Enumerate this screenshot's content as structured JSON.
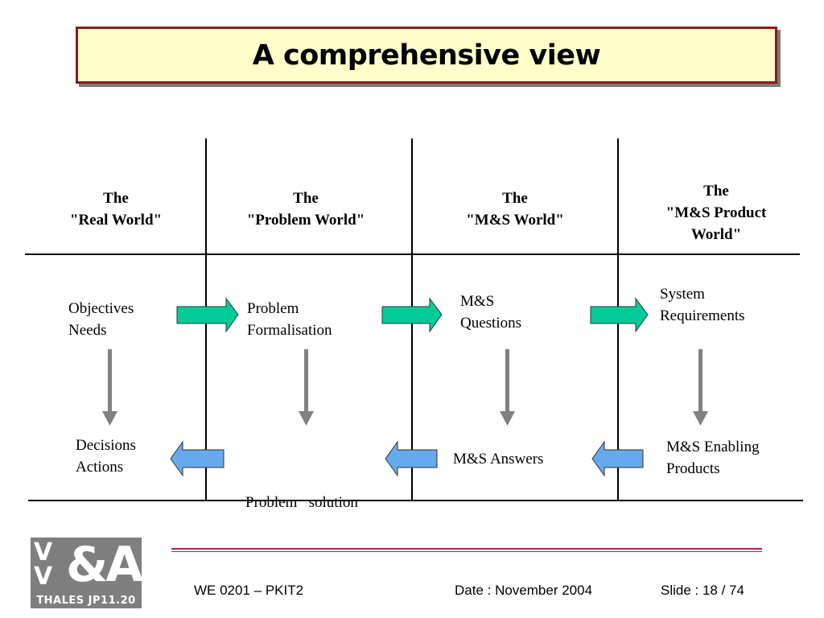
{
  "title": "A comprehensive view",
  "columns": [
    {
      "line1": "The",
      "line2": "\"Real World\"",
      "line3": ""
    },
    {
      "line1": "The",
      "line2": "\"Problem World\"",
      "line3": ""
    },
    {
      "line1": "The",
      "line2": "\"M&S World\"",
      "line3": ""
    },
    {
      "line1": "The",
      "line2": "\"M&S Product",
      "line3": "World\""
    }
  ],
  "top_row": [
    {
      "line1": "Objectives",
      "line2": "Needs"
    },
    {
      "line1": "Problem",
      "line2": "Formalisation"
    },
    {
      "line1": "M&S",
      "line2": "Questions"
    },
    {
      "line1": "System",
      "line2": "Requirements"
    }
  ],
  "bottom_row": [
    {
      "line1": "Decisions",
      "line2": "Actions"
    },
    {
      "line1": "Problem   solution",
      "line2": ""
    },
    {
      "line1": "M&S Answers",
      "line2": ""
    },
    {
      "line1": "M&S Enabling",
      "line2": "Products"
    }
  ],
  "colors": {
    "forward_arrow": "#00cc99",
    "backward_arrow": "#66aaee",
    "down_arrow": "#808080",
    "title_border": "#8b1a1a",
    "title_fill": "#ffffcc",
    "footer_rule": "#b01e5a"
  },
  "footer": {
    "course": "WE 0201 – PKIT2",
    "date": "Date : November 2004",
    "slide": "Slide : 18 / 74"
  },
  "logo": {
    "main": "&A",
    "v1": "V",
    "v2": "V",
    "sub": "THALES JP11.20"
  }
}
